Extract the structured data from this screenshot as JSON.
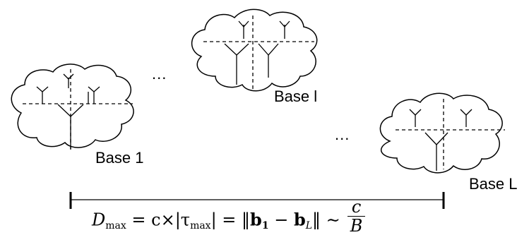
{
  "bases": [
    {
      "label": "Base 1"
    },
    {
      "label": "Base l"
    },
    {
      "label": "Base L"
    }
  ],
  "ellipsis_left": "...",
  "ellipsis_right": "...",
  "formula": {
    "lhs": "D",
    "lhs_sub": "max",
    "eq1": " = c×|τ",
    "tau_sub": "max",
    "eq2": "| = ‖",
    "b1": "b",
    "b1_sub": "1",
    "minus": " − ",
    "bL": "b",
    "bL_sub": "L",
    "eq3": "‖ ∼",
    "frac_num": "c",
    "frac_den": "B"
  }
}
